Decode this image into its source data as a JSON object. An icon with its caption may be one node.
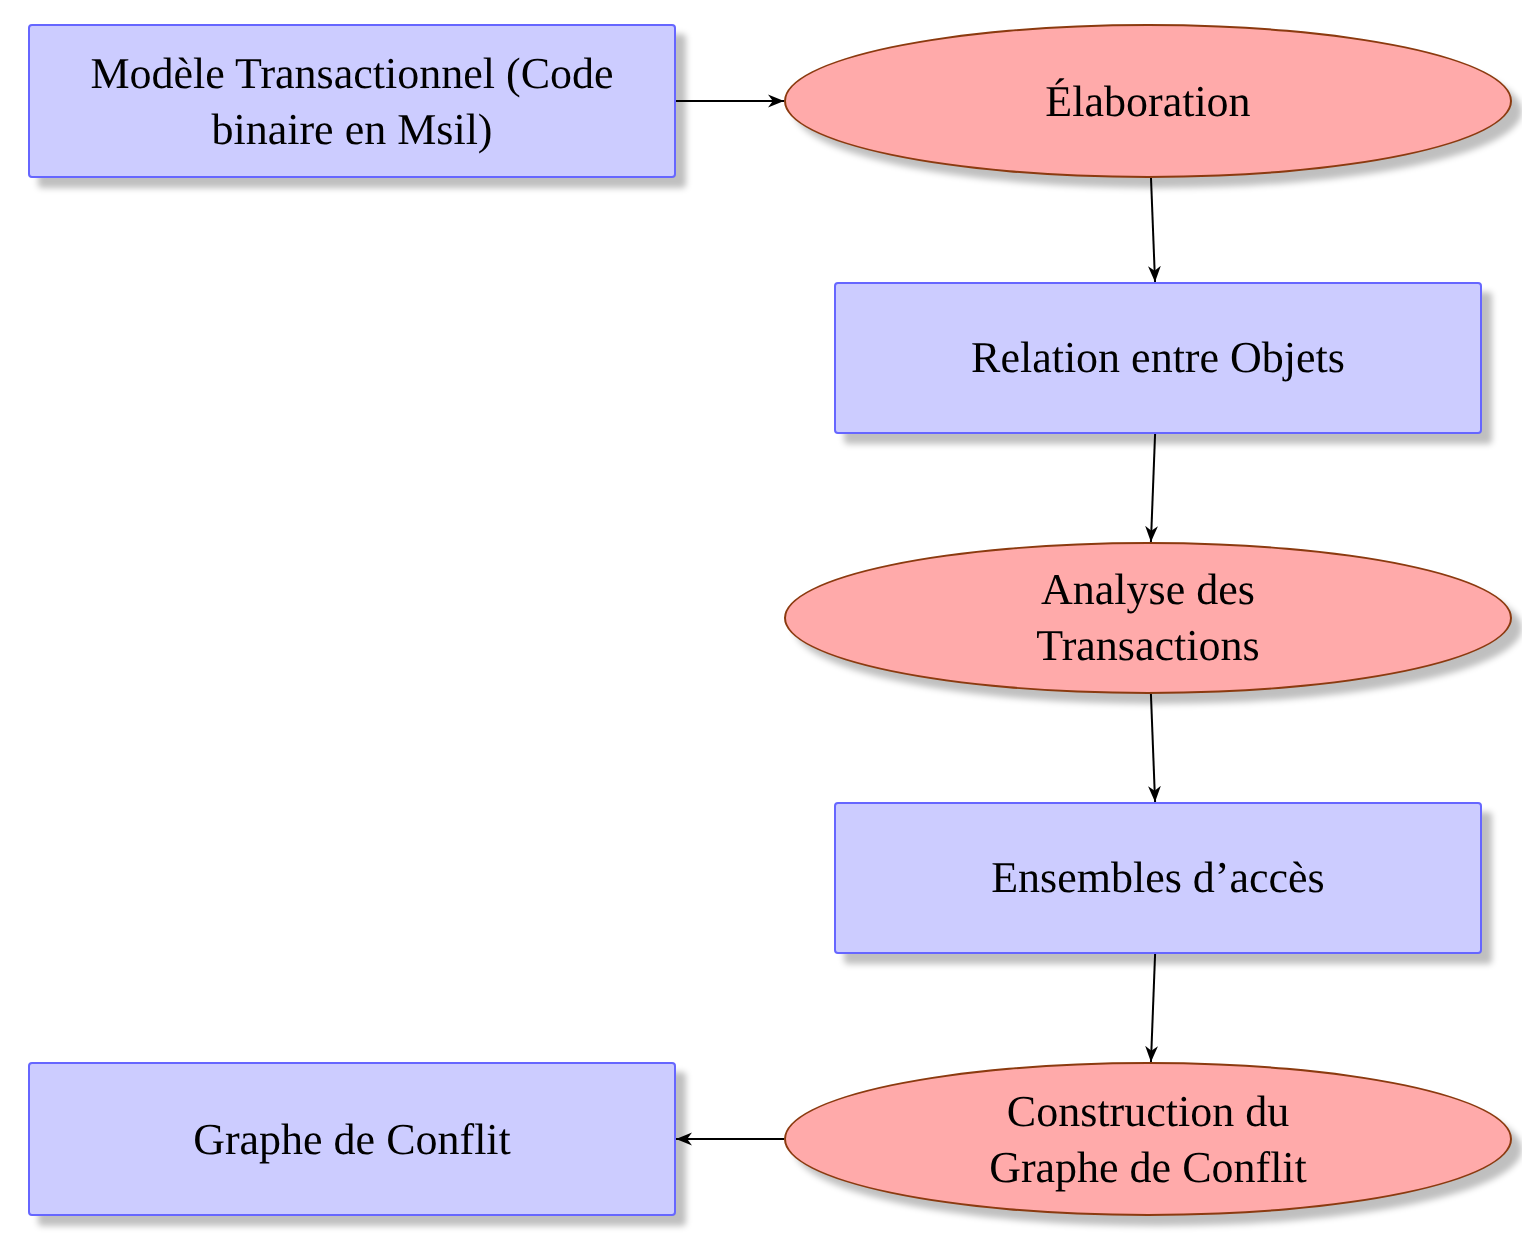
{
  "diagram": {
    "nodes": [
      {
        "text": [
          "Modèle Transactionnel (Code binaire en Msil)"
        ]
      },
      {
        "text": [
          "Élaboration"
        ]
      },
      {
        "text": [
          "Relation entre Objets"
        ]
      },
      {
        "text": [
          "Analyse des Transactions"
        ]
      },
      {
        "text": [
          "Ensembles d’accès"
        ]
      },
      {
        "text": [
          "Construction du Graphe de Conflit"
        ]
      },
      {
        "text": [
          "Graphe de Conflit"
        ]
      }
    ],
    "edges": [
      {
        "from": 0,
        "to": 1,
        "arrow": "to"
      },
      {
        "from": 1,
        "to": 2,
        "arrow": "to"
      },
      {
        "from": 2,
        "to": 3,
        "arrow": "to"
      },
      {
        "from": 3,
        "to": 4,
        "arrow": "to"
      },
      {
        "from": 4,
        "to": 5,
        "arrow": "to"
      },
      {
        "from": 5,
        "to": 6,
        "arrow": "to"
      }
    ]
  }
}
